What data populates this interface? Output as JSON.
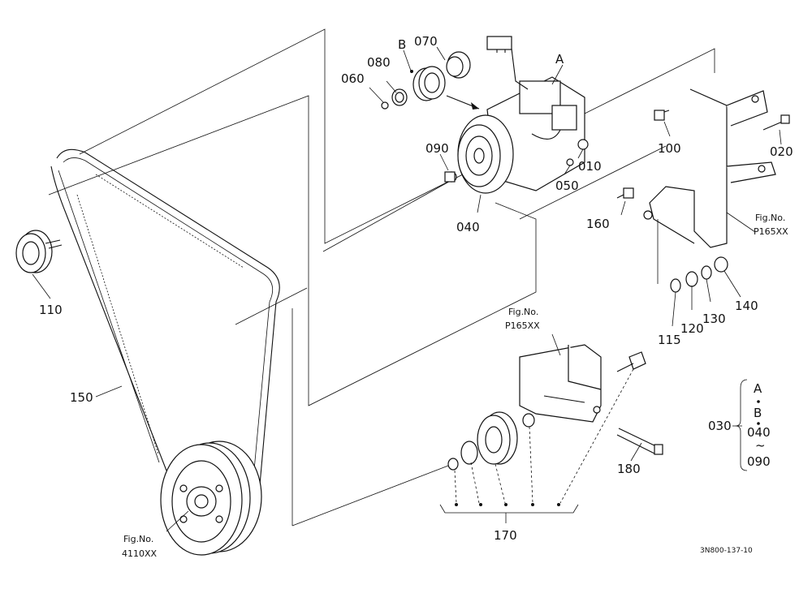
{
  "callouts": {
    "c010": "010",
    "c020": "020",
    "c030": "030",
    "c040": "040",
    "c050": "050",
    "c060": "060",
    "c070": "070",
    "c080": "080",
    "c090": "090",
    "c100": "100",
    "c110": "110",
    "c115": "115",
    "c120": "120",
    "c130": "130",
    "c140": "140",
    "c150": "150",
    "c160": "160",
    "c170": "170",
    "c180": "180",
    "cA": "A",
    "cB": "B"
  },
  "fig_refs": {
    "bracket_top": [
      "Fig.No.",
      "P165XX"
    ],
    "bracket_bottom": [
      "Fig.No.",
      "P165XX"
    ],
    "crank_pulley": [
      "Fig.No.",
      "4110XX"
    ]
  },
  "set_legend": {
    "code": "030",
    "items": [
      "A",
      "B",
      "040",
      "~",
      "090"
    ]
  },
  "drawing_code": "3N800-137-10"
}
